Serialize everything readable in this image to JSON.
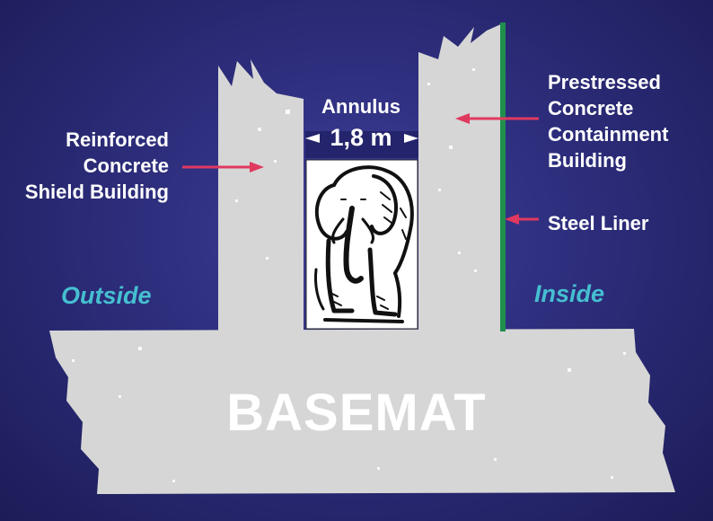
{
  "labels": {
    "shield": "Reinforced\nConcrete\nShield Building",
    "containment": "Prestressed\nConcrete\nContainment\nBuilding",
    "annulus": "Annulus",
    "width": "1,8 m",
    "liner": "Steel Liner",
    "outside": "Outside",
    "inside": "Inside",
    "basemat": "BASEMAT"
  },
  "colors": {
    "background": "#2d2d7c",
    "concrete": "#d6d6d6",
    "arrow": "#e0395f",
    "steel_liner": "#1f8f4e",
    "zone_text": "#45bfd0",
    "text": "#ffffff"
  },
  "icons": {
    "figure": "elephant-icon"
  }
}
